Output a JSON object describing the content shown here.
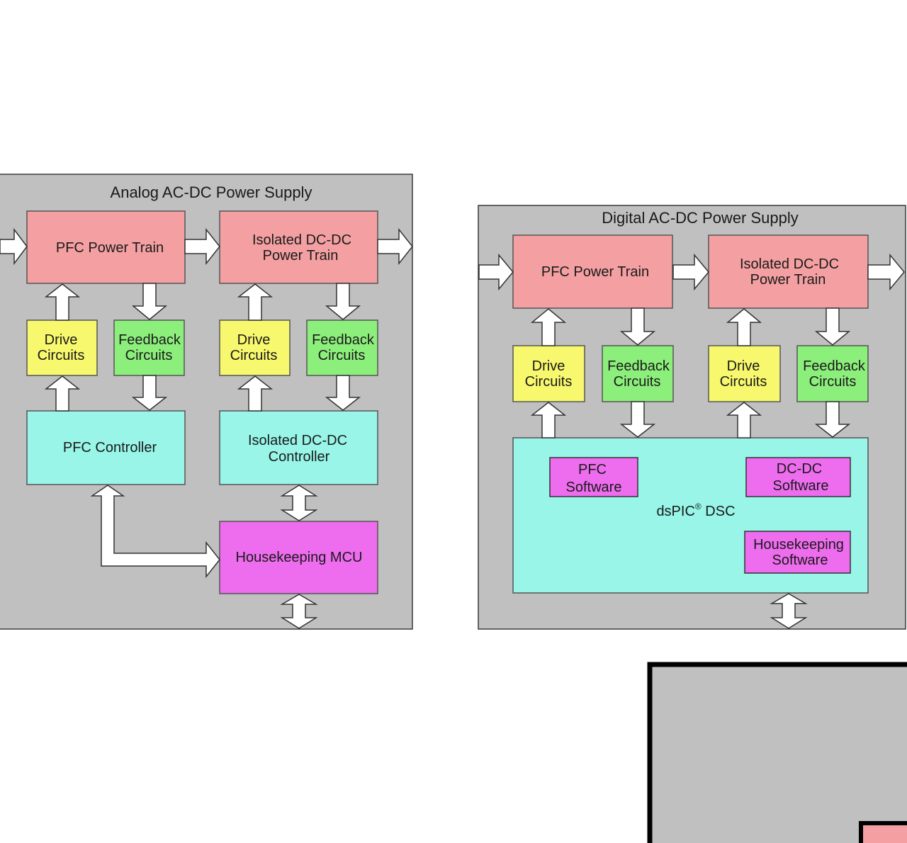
{
  "colors": {
    "panel": "#c0c0c0",
    "power_train": "#f4a0a2",
    "drive": "#f8f86e",
    "feedback": "#8cef7c",
    "controller": "#98f5e8",
    "mcu": "#ee6cee",
    "arrow": "#ffffff"
  },
  "analog": {
    "title": "Analog AC-DC Power Supply",
    "pfc_power_train": "PFC Power Train",
    "dcdc_power_train": {
      "line1": "Isolated DC-DC",
      "line2": "Power Train"
    },
    "drive_1": {
      "line1": "Drive",
      "line2": "Circuits"
    },
    "feedback_1": {
      "line1": "Feedback",
      "line2": "Circuits"
    },
    "drive_2": {
      "line1": "Drive",
      "line2": "Circuits"
    },
    "feedback_2": {
      "line1": "Feedback",
      "line2": "Circuits"
    },
    "pfc_controller": "PFC Controller",
    "dcdc_controller": {
      "line1": "Isolated DC-DC",
      "line2": "Controller"
    },
    "housekeeping_mcu": "Housekeeping MCU"
  },
  "digital": {
    "title": "Digital AC-DC Power Supply",
    "pfc_power_train": "PFC Power Train",
    "dcdc_power_train": {
      "line1": "Isolated DC-DC",
      "line2": "Power Train"
    },
    "drive_1": {
      "line1": "Drive",
      "line2": "Circuits"
    },
    "feedback_1": {
      "line1": "Feedback",
      "line2": "Circuits"
    },
    "drive_2": {
      "line1": "Drive",
      "line2": "Circuits"
    },
    "feedback_2": {
      "line1": "Feedback",
      "line2": "Circuits"
    },
    "dsc_label": "dsPIC",
    "dsc_mark": "®",
    "dsc_suffix": " DSC",
    "pfc_software": {
      "line1": "PFC",
      "line2": "Software"
    },
    "dcdc_software": {
      "line1": "DC-DC",
      "line2": "Software"
    },
    "housekeeping_software": {
      "line1": "Housekeeping",
      "line2": "Software"
    }
  }
}
